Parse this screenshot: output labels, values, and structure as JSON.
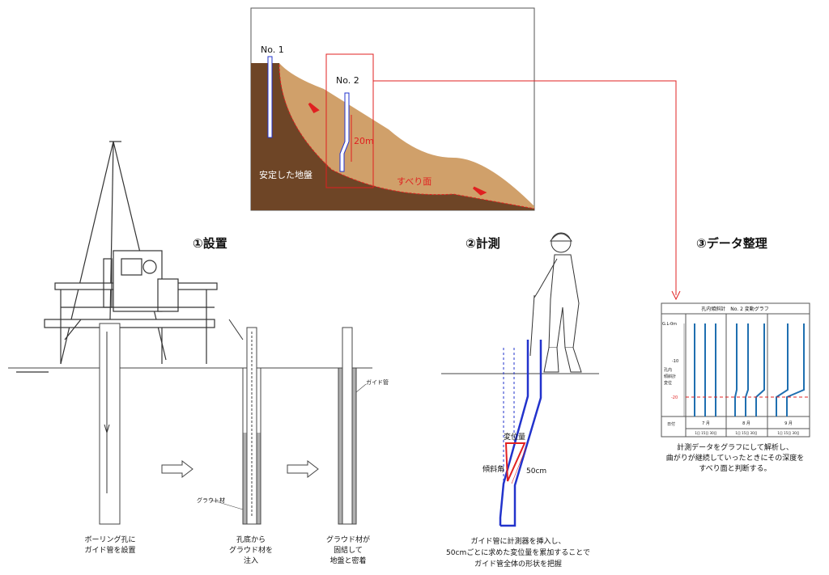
{
  "colors": {
    "slope": "#d0a06a",
    "stable_ground": "#6e4526",
    "slip": "#e02020",
    "guide_pipe": "#2233cc",
    "graph_line": "#1f6fb0",
    "grout": "#b0b0b0"
  },
  "overview": {
    "no1": "No. 1",
    "no2": "No. 2",
    "depth": "20m",
    "stable": "安定した地盤",
    "slip": "すべり面"
  },
  "steps": {
    "install": {
      "title": "①設置",
      "caption1": [
        "ボーリング孔に",
        "ガイド管を設置"
      ],
      "caption2": [
        "孔底から",
        "グラウド材を",
        "注入"
      ],
      "caption3": [
        "グラウド材が",
        "固結して",
        "地盤と密着"
      ],
      "guide_label": "ガイド管",
      "grout_label": "グラウト材"
    },
    "measure": {
      "title": "②計測",
      "displacement": "変位量",
      "angle": "傾斜角",
      "interval": "50cm",
      "caption": [
        "ガイド管に計測器を挿入し、",
        "50cmごとに求めた変位量を累加することで",
        "ガイド管全体の形状を把握"
      ]
    },
    "data": {
      "title": "③データ整理",
      "caption": [
        "計測データをグラフにして解析し、",
        "曲がりが継続していったときにその深度を",
        "すべり面と判断する。"
      ]
    }
  },
  "graph": {
    "title": "孔内傾斜計　No. 2 変動グラフ",
    "y0": "G.L-0m",
    "y10": "-10",
    "y20": "-20",
    "ylabel": [
      "孔内",
      "傾斜計",
      "変位"
    ],
    "date_label": "日付",
    "months": [
      "7 月",
      "8 月",
      "9 月"
    ],
    "days": "1日  15日  30日"
  }
}
